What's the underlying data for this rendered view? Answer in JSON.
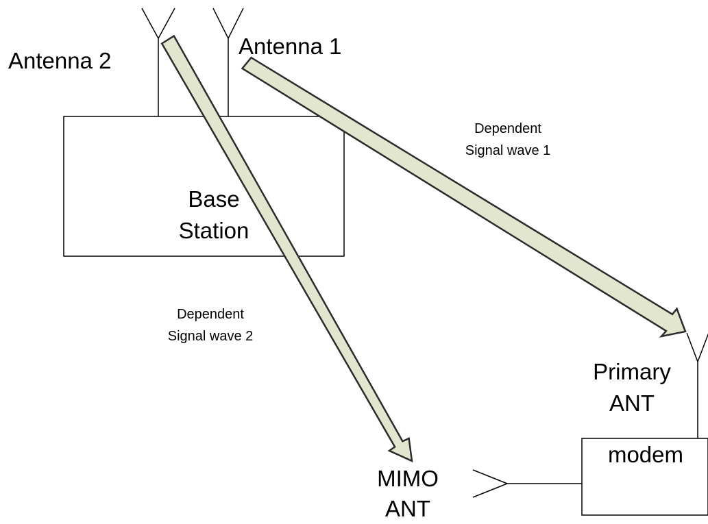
{
  "labels": {
    "antenna_2": "Antenna 2",
    "antenna_1": "Antenna 1",
    "base_station_line1": "Base",
    "base_station_line2": "Station",
    "signal_wave_1_line1": "Dependent",
    "signal_wave_1_line2": "Signal wave 1",
    "signal_wave_2_line1": "Dependent",
    "signal_wave_2_line2": "Signal wave 2",
    "primary_ant_line1": "Primary",
    "primary_ant_line2": "ANT",
    "modem": "modem",
    "mimo_ant_line1": "MIMO",
    "mimo_ant_line2": "ANT"
  },
  "colors": {
    "arrow_fill": "#e2e6cf",
    "arrow_outline": "#2b2b2b",
    "line": "#000000",
    "background": "#ffffff"
  }
}
